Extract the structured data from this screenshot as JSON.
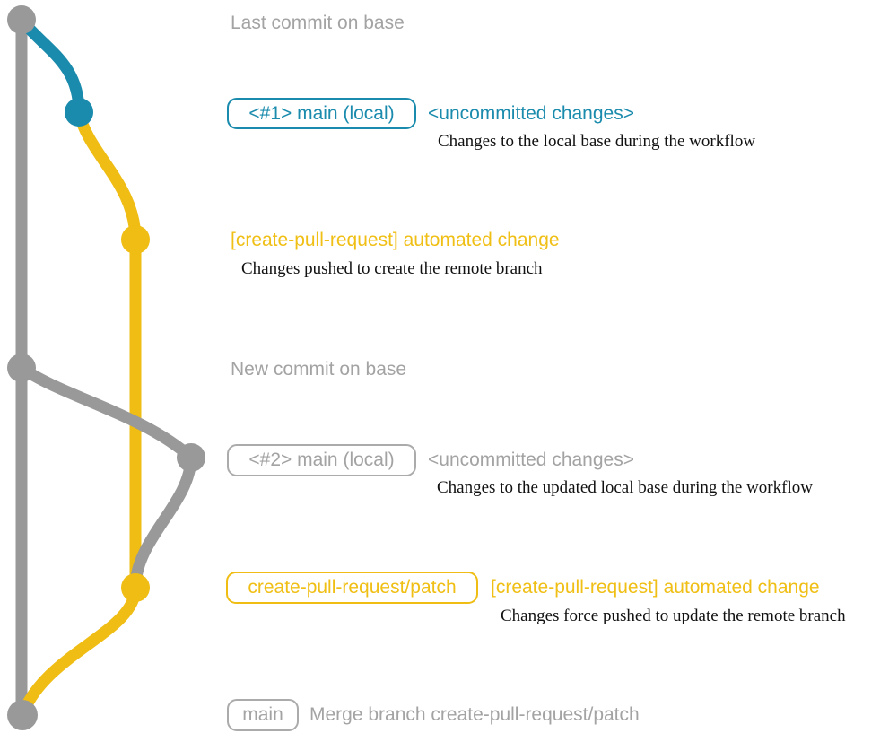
{
  "colors": {
    "teal": "#1a8bad",
    "yellow": "#efbd13",
    "gray_line": "#999999",
    "gray_text": "#a3a3a3",
    "detail_text": "#111111",
    "background": "#ffffff"
  },
  "graph": {
    "dots": [
      {
        "name": "last-commit-on-base",
        "color": "gray"
      },
      {
        "name": "uncommitted-changes-1",
        "color": "teal"
      },
      {
        "name": "automated-change-commit-1",
        "color": "yellow"
      },
      {
        "name": "new-commit-on-base",
        "color": "gray"
      },
      {
        "name": "uncommitted-changes-2",
        "color": "gray"
      },
      {
        "name": "automated-change-commit-2",
        "color": "yellow"
      },
      {
        "name": "merge-commit",
        "color": "gray"
      }
    ]
  },
  "annotations": {
    "last_commit": "Last commit on base",
    "branch1_tag": "<#1> main (local)",
    "branch1_note": "<uncommitted changes>",
    "branch1_detail": "Changes to the local base during the workflow",
    "commit1_label": "[create-pull-request] automated change",
    "commit1_detail": "Changes pushed to create the remote branch",
    "new_commit": "New commit on base",
    "branch2_tag": "<#2> main (local)",
    "branch2_note": "<uncommitted changes>",
    "branch2_detail": "Changes to the updated local base during the workflow",
    "patch_tag": "create-pull-request/patch",
    "patch_label": "[create-pull-request] automated change",
    "patch_detail": "Changes force pushed to update the remote branch",
    "merge_tag": "main",
    "merge_label": "Merge branch create-pull-request/patch"
  }
}
